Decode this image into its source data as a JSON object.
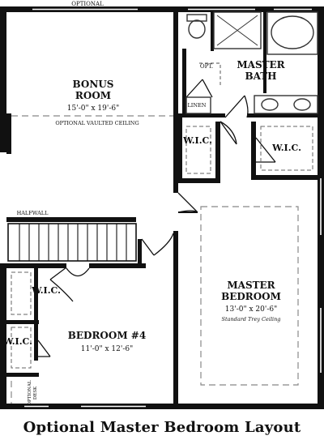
{
  "rooms": {
    "bonus": {
      "name_line1": "BONUS",
      "name_line2": "ROOM",
      "dims": "15'-0\" x 19'-6\"",
      "note": "OPTIONAL VAULTED CEILING"
    },
    "master_bath": {
      "name_line1": "MASTER",
      "name_line2": "BATH",
      "opt_label": "OPT.",
      "linen_label": "LINEN"
    },
    "wic_left": {
      "name": "W.I.C."
    },
    "wic_right": {
      "name": "W.I.C."
    },
    "wic_bed4": {
      "name": "W.I.C."
    },
    "wic_lower": {
      "name": "W.I.C."
    },
    "master_bedroom": {
      "name_line1": "MASTER",
      "name_line2": "BEDROOM",
      "dims": "13'-0\" x 20'-6\"",
      "note": "Standard Trey Ceiling"
    },
    "bedroom4": {
      "name": "BEDROOM #4",
      "dims": "11'-0\" x 12'-6\""
    }
  },
  "labels": {
    "optional_top": "OPTIONAL",
    "halfwall": "HALFWALL",
    "optional_desk_line1": "OPTIONAL",
    "optional_desk_line2": "DESK"
  },
  "caption": "Optional Master Bedroom Layout",
  "colors": {
    "wall": "#111111",
    "dashed": "#888888",
    "fixture": "#333333"
  }
}
